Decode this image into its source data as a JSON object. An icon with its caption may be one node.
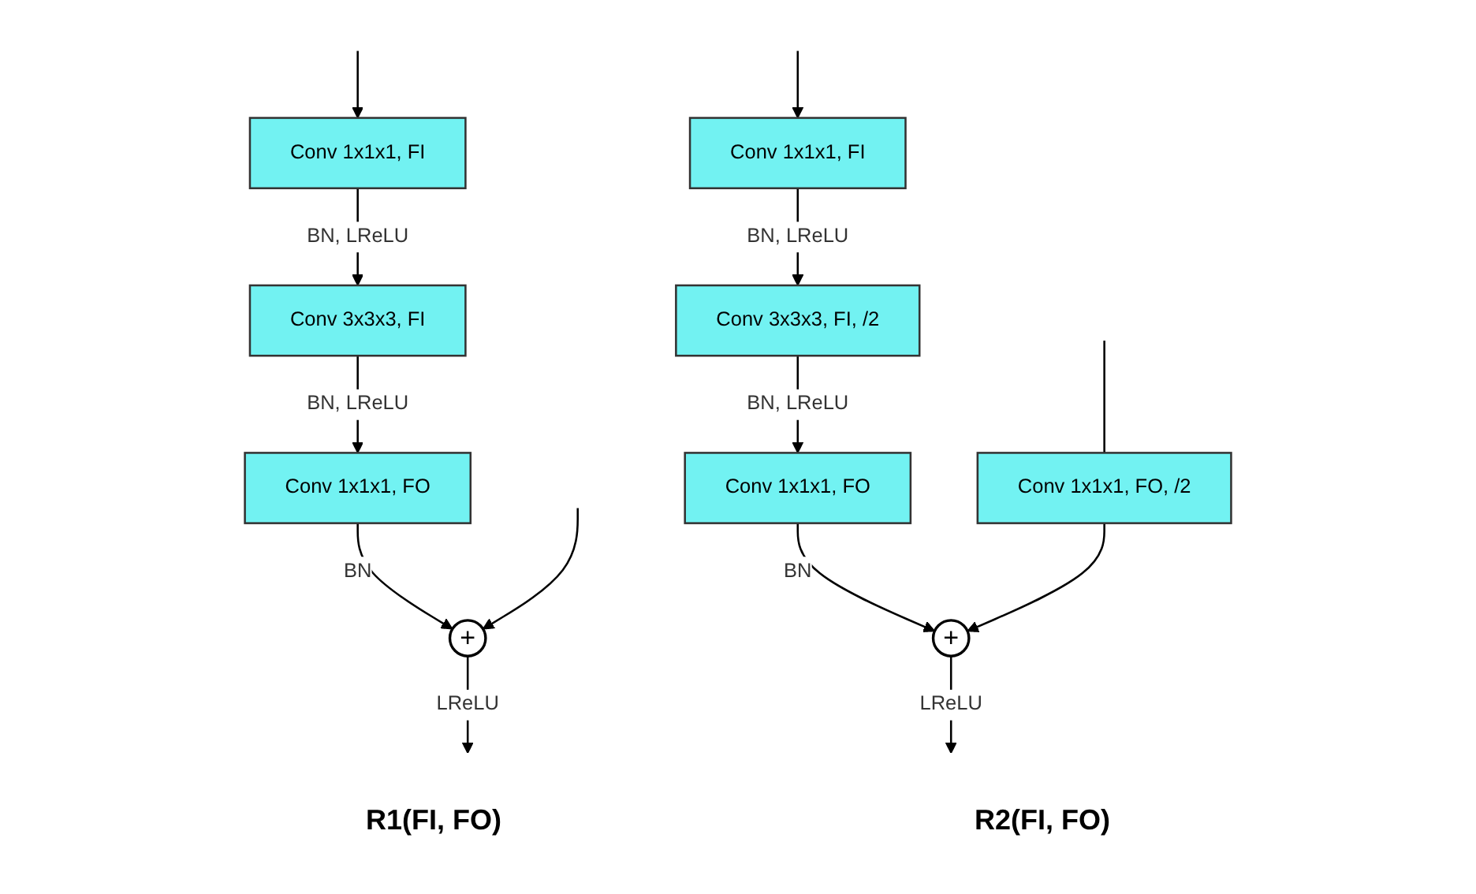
{
  "diagram": {
    "nodes": [
      {
        "text": [
          "Conv 1x1x1, FI"
        ]
      },
      {
        "text": [
          "Conv 3x3x3, FI"
        ]
      },
      {
        "text": [
          "Conv 1x1x1, FO"
        ]
      },
      {
        "text": [
          "+"
        ]
      },
      {
        "text": [
          "Conv 1x1x1, FI"
        ]
      },
      {
        "text": [
          "Conv 3x3x3, FI, /2"
        ]
      },
      {
        "text": [
          "Conv 1x1x1, FO"
        ]
      },
      {
        "text": [
          "+"
        ]
      },
      {
        "text": [
          "Conv 1x1x1, FO, /2"
        ]
      }
    ],
    "edges": [
      {
        "from": null,
        "to": 0,
        "arrow": "to"
      },
      {
        "from": 0,
        "to": 1,
        "label": "BN, LReLU",
        "arrow": "to"
      },
      {
        "from": 1,
        "to": 2,
        "label": "BN, LReLU",
        "arrow": "to"
      },
      {
        "from": 2,
        "to": 3,
        "label": "BN",
        "arrow": "to"
      },
      {
        "from": null,
        "to": 3,
        "arrow": "to"
      },
      {
        "from": 3,
        "to": null,
        "label": "LReLU",
        "arrow": "to"
      },
      {
        "from": null,
        "to": 4,
        "arrow": "to"
      },
      {
        "from": 4,
        "to": 5,
        "label": "BN, LReLU",
        "arrow": "to"
      },
      {
        "from": 5,
        "to": 6,
        "label": "BN, LReLU",
        "arrow": "to"
      },
      {
        "from": 6,
        "to": 7,
        "label": "BN",
        "arrow": "to"
      },
      {
        "from": null,
        "to": 8,
        "arrow": "none"
      },
      {
        "from": 8,
        "to": 7,
        "arrow": "to"
      },
      {
        "from": 7,
        "to": null,
        "label": "LReLU",
        "arrow": "to"
      }
    ],
    "labels": [
      "R1(FI, FO)",
      "R2(FI, FO)"
    ]
  }
}
